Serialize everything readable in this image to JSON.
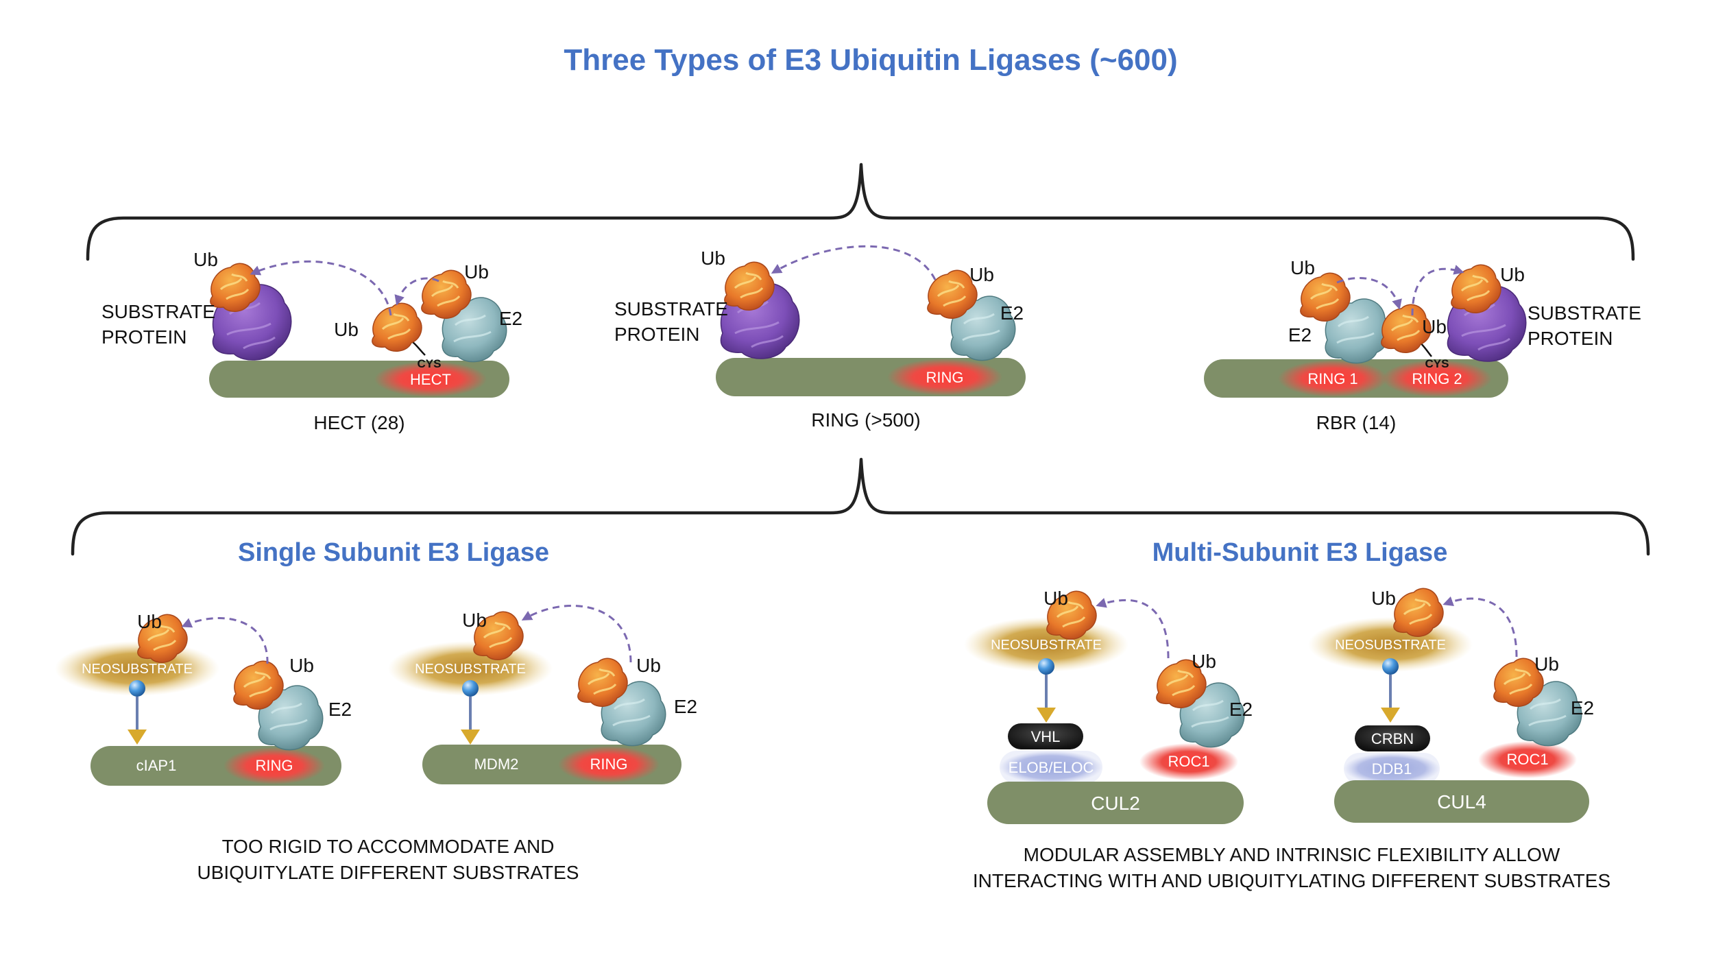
{
  "title": "Three Types of E3 Ubiquitin Ligases (~600)",
  "top": {
    "hect": {
      "ub_top": "Ub",
      "ub_bound": "Ub",
      "ub_e2": "Ub",
      "substrate_line1": "SUBSTRATE",
      "substrate_line2": "PROTEIN",
      "e2": "E2",
      "cys": "CYS",
      "domain": "HECT",
      "caption": "HECT (28)"
    },
    "ring": {
      "ub_top": "Ub",
      "ub_e2": "Ub",
      "substrate_line1": "SUBSTRATE",
      "substrate_line2": "PROTEIN",
      "e2": "E2",
      "domain": "RING",
      "caption": "RING (>500)"
    },
    "rbr": {
      "ub_e2": "Ub",
      "ub_bound": "Ub",
      "ub_top": "Ub",
      "substrate_line1": "SUBSTRATE",
      "substrate_line2": "PROTEIN",
      "e2": "E2",
      "cys": "CYS",
      "domain1": "RING 1",
      "domain2": "RING 2",
      "caption": "RBR (14)"
    }
  },
  "single": {
    "title": "Single Subunit E3 Ligase",
    "ciap1": {
      "ub_top": "Ub",
      "ub_e2": "Ub",
      "e2": "E2",
      "neo": "NEOSUBSTRATE",
      "scaffold": "cIAP1",
      "ring": "RING"
    },
    "mdm2": {
      "ub_top": "Ub",
      "ub_e2": "Ub",
      "e2": "E2",
      "neo": "NEOSUBSTRATE",
      "scaffold": "MDM2",
      "ring": "RING"
    },
    "caption_line1": "TOO RIGID TO ACCOMMODATE AND",
    "caption_line2": "UBIQUITYLATE DIFFERENT SUBSTRATES"
  },
  "multi": {
    "title": "Multi-Subunit E3 Ligase",
    "cul2": {
      "ub_top": "Ub",
      "ub_e2": "Ub",
      "e2": "E2",
      "neo": "NEOSUBSTRATE",
      "receptor": "VHL",
      "adaptor": "ELOB/ELOC",
      "ring": "ROC1",
      "scaffold": "CUL2"
    },
    "cul4": {
      "ub_top": "Ub",
      "ub_e2": "Ub",
      "e2": "E2",
      "neo": "NEOSUBSTRATE",
      "receptor": "CRBN",
      "adaptor": "DDB1",
      "ring": "ROC1",
      "scaffold": "CUL4"
    },
    "caption_line1": "MODULAR ASSEMBLY AND INTRINSIC FLEXIBILITY ALLOW",
    "caption_line2": "INTERACTING WITH AND UBIQUITYLATING DIFFERENT SUBSTRATES"
  },
  "colors": {
    "title_blue": "#4472c4",
    "scaffold_green": "#7f8f68",
    "ring_red": "#e8413c",
    "ub_orange": "#e8792a",
    "substrate_purple": "#7d4fb8",
    "e2_teal": "#8fb8bf",
    "arrow_purple": "#7b68b0",
    "neo_gold": "#c99a2e",
    "adaptor_lavender": "#a9b3e0",
    "receptor_black": "#1c1c1c"
  }
}
